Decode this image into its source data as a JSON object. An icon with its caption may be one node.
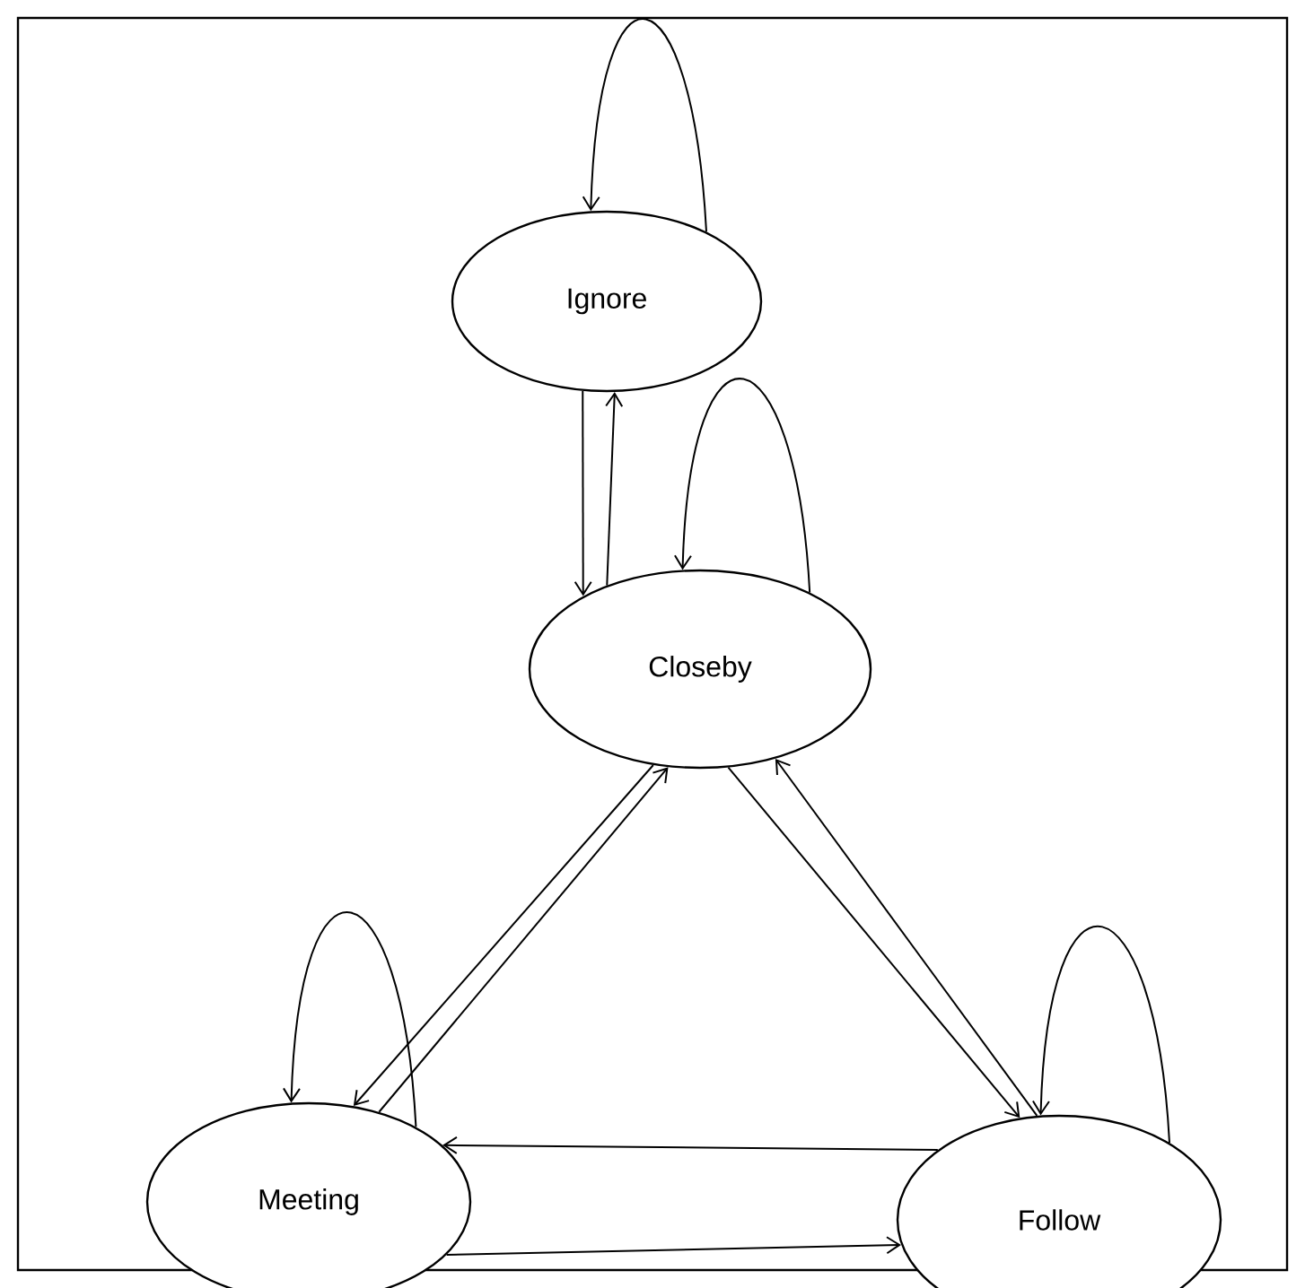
{
  "diagram": {
    "nodes": [
      {
        "text": [
          "Ignore"
        ]
      },
      {
        "text": [
          "Closeby"
        ]
      },
      {
        "text": [
          "Meeting"
        ]
      },
      {
        "text": [
          "Follow"
        ]
      }
    ],
    "edges": [
      {
        "from": 0,
        "to": 0,
        "arrow": "to"
      },
      {
        "from": 0,
        "to": 1,
        "arrow": "to"
      },
      {
        "from": 1,
        "to": 0,
        "arrow": "to"
      },
      {
        "from": 1,
        "to": 1,
        "arrow": "to"
      },
      {
        "from": 1,
        "to": 2,
        "arrow": "to"
      },
      {
        "from": 2,
        "to": 1,
        "arrow": "to"
      },
      {
        "from": 1,
        "to": 3,
        "arrow": "to"
      },
      {
        "from": 3,
        "to": 1,
        "arrow": "to"
      },
      {
        "from": 2,
        "to": 2,
        "arrow": "to"
      },
      {
        "from": 3,
        "to": 3,
        "arrow": "to"
      },
      {
        "from": 3,
        "to": 2,
        "arrow": "to"
      },
      {
        "from": 2,
        "to": 3,
        "arrow": "to"
      }
    ]
  }
}
